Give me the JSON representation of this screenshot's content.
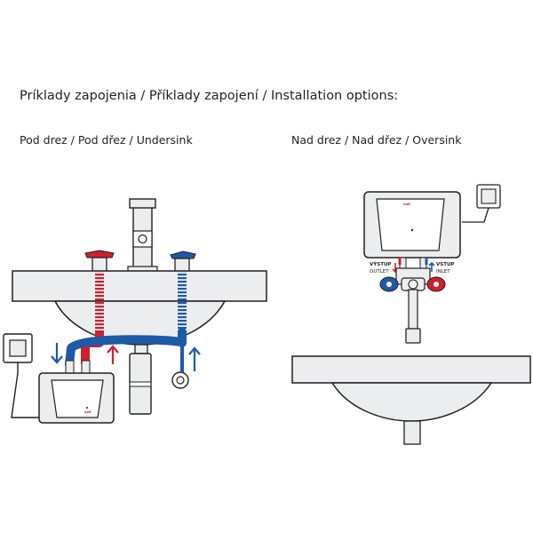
{
  "header": {
    "title": "Príklady zapojenia / Příklady zapojení / Installation options:"
  },
  "options": {
    "undersink": {
      "label": "Pod drez  /  Pod dřez  /  Undersink"
    },
    "oversink": {
      "label": "Nad drez  /  Nad dřez  /  Oversink"
    }
  },
  "heater_labels": {
    "outlet_cz": "VÝSTUP",
    "outlet_en": "OUTLET",
    "inlet_cz": "VSTUP",
    "inlet_en": "INLET"
  },
  "colors": {
    "hot": "#d0202e",
    "cold": "#1f5aa6",
    "line": "#231f20",
    "fill": "#ecedee"
  },
  "icons": [
    "arrow-up-icon",
    "arrow-down-icon",
    "power-socket-icon",
    "brand-logo-icon"
  ]
}
